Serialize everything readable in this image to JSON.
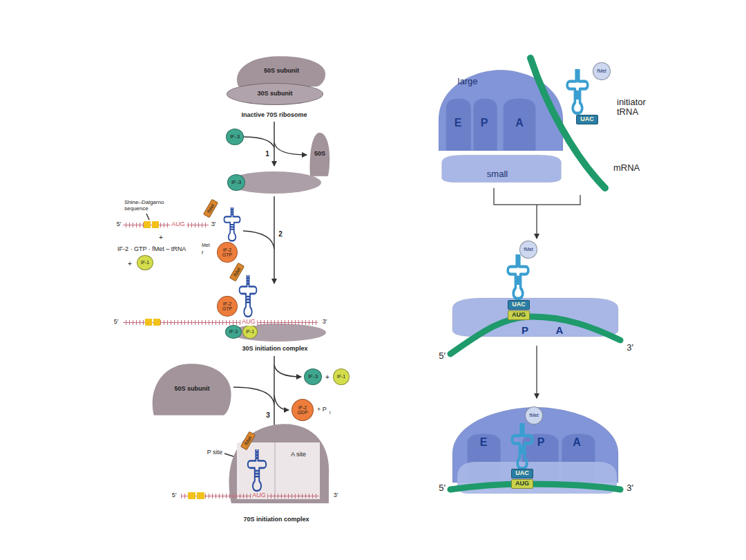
{
  "diagram": {
    "nodes": [
      {
        "text": [
          "50S subunit"
        ]
      },
      {
        "text": [
          "30S subunit"
        ]
      },
      {
        "text": [
          "IF-3"
        ]
      },
      {
        "text": [
          "50S"
        ]
      },
      {
        "text": [
          "IF-3"
        ]
      },
      {
        "text": [
          "fMet"
        ]
      },
      {
        "text": [
          "IF-2",
          "GTP"
        ]
      },
      {
        "text": [
          "IF-1"
        ]
      },
      {
        "text": [
          "fMet"
        ]
      },
      {
        "text": [
          "IF-2",
          "GTP"
        ]
      },
      {
        "text": [
          "IF-3"
        ]
      },
      {
        "text": [
          "IF-1"
        ]
      },
      {
        "text": [
          "50S subunit"
        ]
      },
      {
        "text": [
          "IF-3"
        ]
      },
      {
        "text": [
          "IF-1"
        ]
      },
      {
        "text": [
          "IF-2",
          "GDP"
        ]
      },
      {
        "text": [
          "fMet"
        ]
      },
      {
        "text": [
          "large"
        ]
      },
      {
        "text": [
          "small"
        ]
      },
      {
        "text": [
          "fMet"
        ]
      },
      {
        "text": [
          "UAC"
        ]
      },
      {
        "text": [
          "P",
          "A"
        ]
      },
      {
        "text": [
          "fMet"
        ]
      },
      {
        "text": [
          "UAC"
        ]
      },
      {
        "text": [
          "AUG"
        ]
      },
      {
        "text": [
          "E",
          "P",
          "A"
        ]
      },
      {
        "text": [
          "fMet"
        ]
      },
      {
        "text": [
          "UAC"
        ]
      },
      {
        "text": [
          "AUG"
        ]
      }
    ],
    "labels": [
      "Inactive 70S ribosome",
      "1",
      "Shine–Dalgarno sequence",
      "5′",
      "AUG",
      "3′",
      "+",
      "IF-2 · GTP · fMet – tRNA",
      "f",
      "Met",
      "+",
      "2",
      "5′",
      "AUG",
      "3′",
      "30S initiation complex",
      "3",
      "+",
      "+ P",
      "i",
      "P site",
      "A site",
      "5′",
      "AUG",
      "3′",
      "70S initiation complex",
      "E",
      "P",
      "A",
      "initiator tRNA",
      "mRNA",
      "5′",
      "3′",
      "5′",
      "3′"
    ]
  }
}
